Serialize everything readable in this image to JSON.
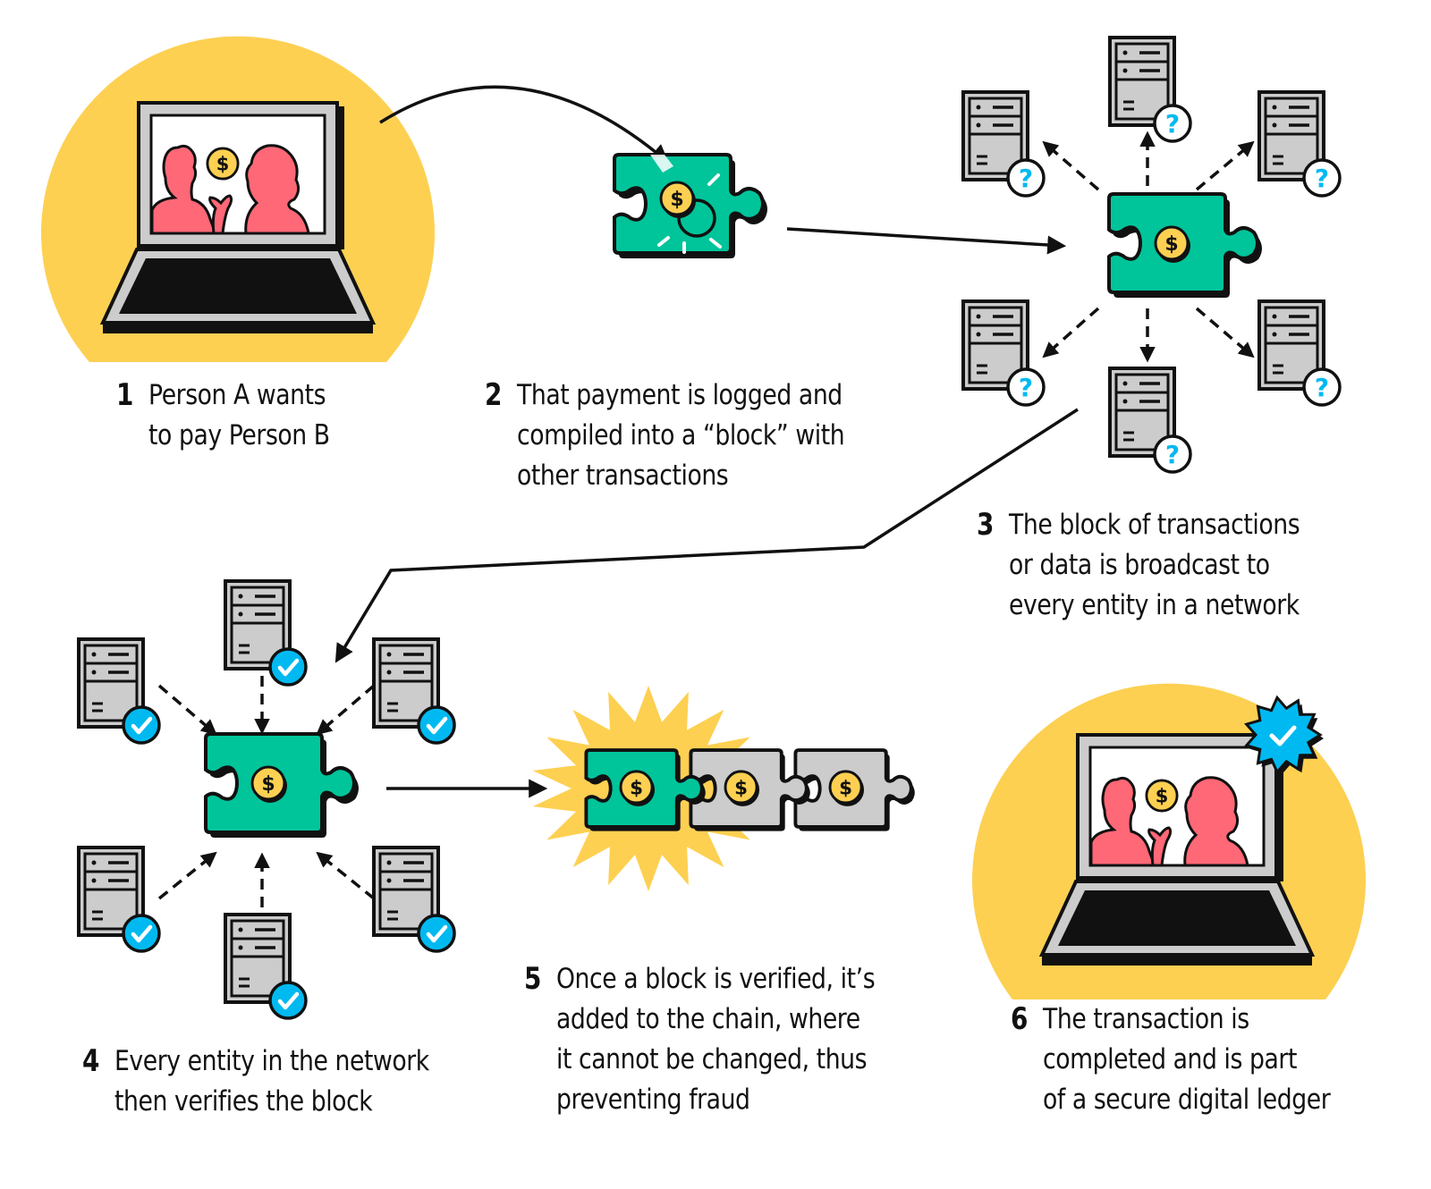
{
  "title": "How a blockchain transaction works",
  "colors": {
    "yellow": "#FDD052",
    "teal": "#00C49A",
    "gray": "#CCCCCC",
    "pink": "#FF6877",
    "blue": "#00B9F0",
    "black": "#111111",
    "white": "#FFFFFF"
  },
  "steps": [
    {
      "number": "1",
      "lines": [
        "Person A wants",
        "to pay Person B"
      ]
    },
    {
      "number": "2",
      "lines": [
        "That payment is logged and",
        "compiled into a “block” with",
        "other transactions"
      ]
    },
    {
      "number": "3",
      "lines": [
        "The block of transactions",
        "or data is broadcast to",
        "every entity in a network"
      ]
    },
    {
      "number": "4",
      "lines": [
        "Every entity in the network",
        "then verifies the block"
      ]
    },
    {
      "number": "5",
      "lines": [
        "Once a block is verified, it’s",
        "added to the chain, where",
        "it cannot be changed, thus",
        "preventing fraud"
      ]
    },
    {
      "number": "6",
      "lines": [
        "The transaction is",
        "completed and is part",
        "of a secure digital ledger"
      ]
    }
  ],
  "icons": {
    "coin_symbol": "$",
    "unverified_badge_symbol": "?",
    "verified_badge_symbol": "check"
  },
  "network": {
    "broadcast_node_count": 6,
    "verify_node_count": 6
  },
  "chain": {
    "block_count": 3,
    "new_block_index": 0
  }
}
